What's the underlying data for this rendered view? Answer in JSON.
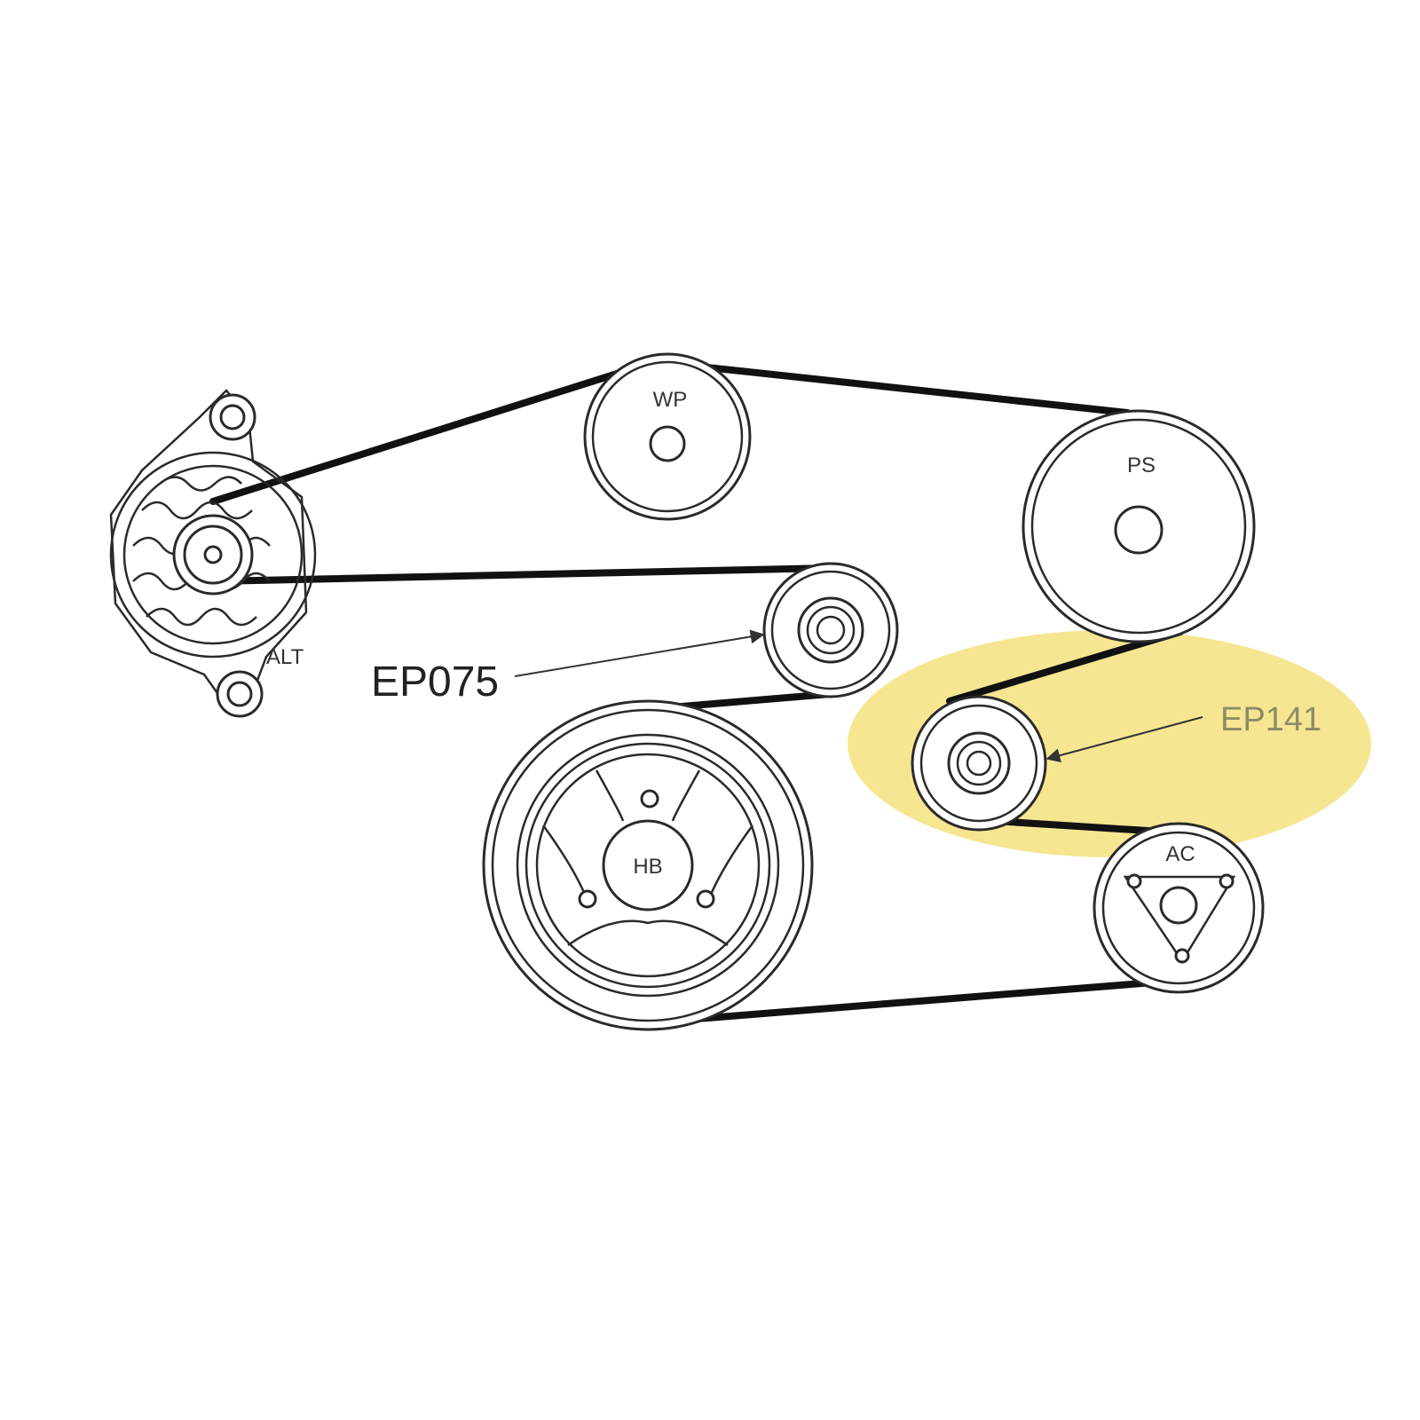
{
  "colors": {
    "belt": "#111111",
    "highlight": "#f5e27f",
    "highlight_text": "#8f8a66",
    "line": "#2a2a2a"
  },
  "pulleys": {
    "wp": "WP",
    "ps": "PS",
    "alt": "ALT",
    "hb": "HB",
    "ac": "AC"
  },
  "parts": {
    "ep075": "EP075",
    "ep141": "EP141"
  }
}
